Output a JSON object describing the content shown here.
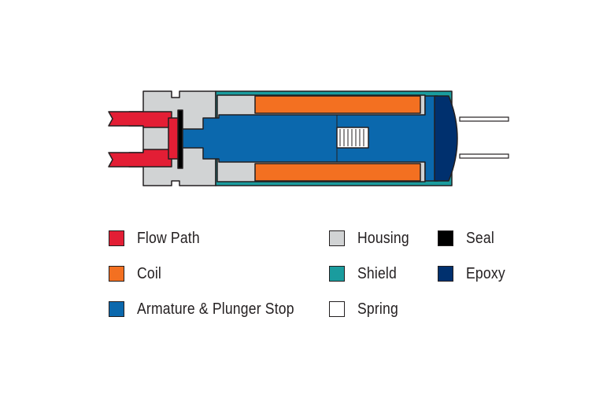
{
  "colors": {
    "flow_path": "#e31e35",
    "coil": "#f37021",
    "armature": "#0b68ad",
    "housing": "#d1d3d4",
    "shield": "#1a9c9e",
    "spring": "#ffffff",
    "seal": "#000000",
    "epoxy": "#00306e",
    "outline": "#231f20"
  },
  "legend": {
    "flow_path": "Flow Path",
    "coil": "Coil",
    "armature": "Armature & Plunger Stop",
    "housing": "Housing",
    "shield": "Shield",
    "spring": "Spring",
    "seal": "Seal",
    "epoxy": "Epoxy"
  }
}
